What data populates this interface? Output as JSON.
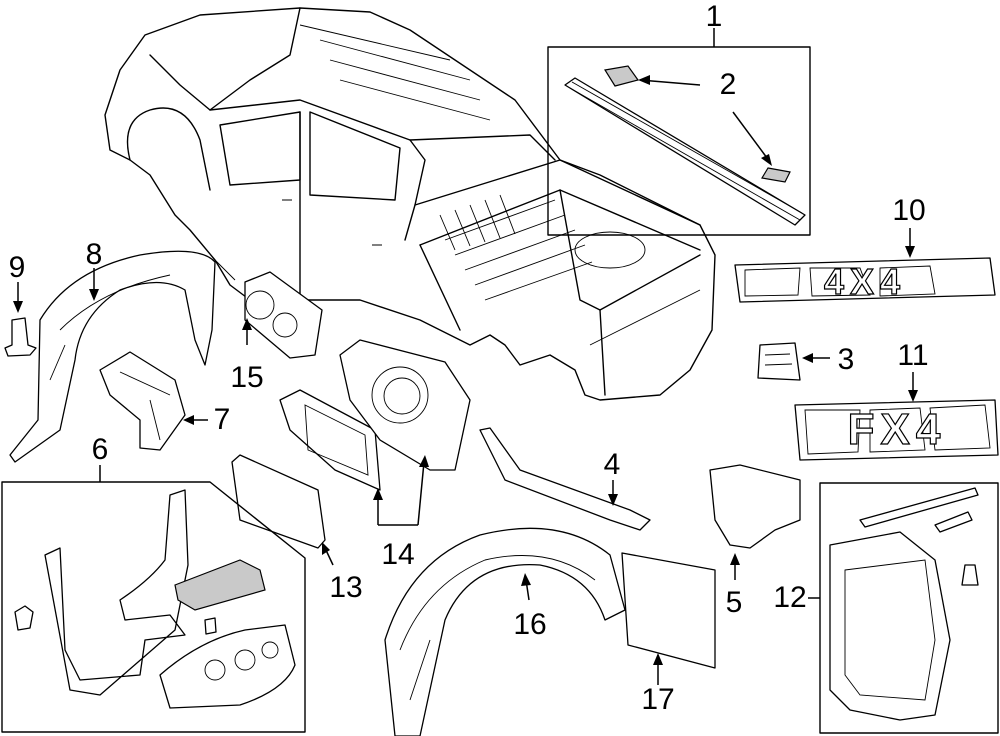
{
  "callouts": [
    "1",
    "2",
    "3",
    "4",
    "5",
    "6",
    "7",
    "8",
    "9",
    "10",
    "11",
    "12",
    "13",
    "14",
    "15",
    "16",
    "17"
  ],
  "emblems": {
    "emblem_4x4": "4X4",
    "emblem_fx4": "FX4"
  }
}
